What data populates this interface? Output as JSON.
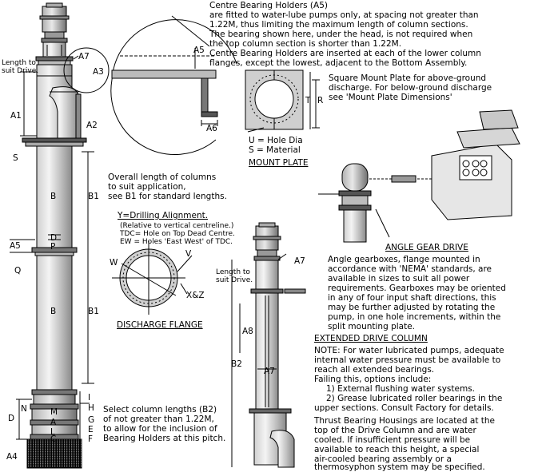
{
  "centre_bearing": {
    "heading": "Centre Bearing Holders (A5)",
    "lines": [
      "are fitted to water-lube pumps only, at spacing not greater than",
      "1.22M, thus limiting the maximum length of column sections.",
      "The bearing shown here, under the head, is not required when",
      "the top column section is shorter than 1.22M.",
      "Centre Bearing Holders are inserted at each of the lower column",
      "flanges, except the lowest, adjacent to the Bottom Assembly."
    ]
  },
  "mount_plate": {
    "note_lines": [
      "Square Mount Plate for above-ground",
      "discharge.  For below-ground discharge",
      "see 'Mount Plate Dimensions'"
    ],
    "legend_u": "U = Hole Dia",
    "legend_s": "S = Material",
    "title": "MOUNT PLATE",
    "dim_t": "T",
    "dim_r": "R"
  },
  "left_pump": {
    "length_note": "Length to\nsuit Drive.",
    "labels": {
      "a7": "A7",
      "a3": "A3",
      "a5": "A5",
      "a6": "A6",
      "a1": "A1",
      "a2": "A2",
      "s": "S",
      "b": "B",
      "b1": "B1",
      "b1_lower": "B1",
      "d": "D",
      "p": "P",
      "a5_left": "A5",
      "q": "Q",
      "b_lower": "B",
      "i": "I",
      "h": "H",
      "g": "G",
      "e": "E",
      "f": "F",
      "n": "N",
      "m": "M",
      "a": "A",
      "l": "L",
      "c": "C",
      "d_left": "D",
      "a4": "A4"
    }
  },
  "column_note": [
    "Overall length of columns",
    "to suit application,",
    "see B1 for standard lengths."
  ],
  "select_note": [
    "Select column lengths (B2)",
    "of not greater than 1.22M,",
    "to allow for the inclusion of",
    "Bearing Holders at this pitch."
  ],
  "flange": {
    "heading": "Y=Drilling Alignment.",
    "notes": [
      "(Relative to vertical centreline.)",
      "TDC= Hole on Top Dead Centre.",
      "EW = Holes 'East West' of TDC."
    ],
    "w": "W",
    "v": "V",
    "xz": "X&Z",
    "title": "DISCHARGE FLANGE"
  },
  "right_pump": {
    "a7": "A7",
    "a8": "A8",
    "a7_lower": "A7",
    "b2": "B2",
    "length_note": "Length to\nsuit Drive."
  },
  "extended": {
    "title": "EXTENDED DRIVE COLUMN",
    "note_lines": [
      "NOTE:  For water lubricated pumps, adequate",
      "internal water pressure must be available to",
      "reach all extended bearings.",
      "Failing this, options include:",
      "1) External flushing water systems.",
      "2) Grease lubricated roller bearings in the",
      "upper sections.  Consult Factory for details."
    ],
    "thrust_lines": [
      "Thrust Bearing Housings are located at the",
      "top of the Drive Column and are water",
      "cooled.  If insufficient pressure will be",
      "available to reach this height, a special",
      "air-cooled bearing assembly or a",
      "thermosyphon system may be specified."
    ]
  },
  "angle_gear": {
    "title": "ANGLE GEAR DRIVE",
    "lines": [
      "Angle gearboxes, flange mounted in",
      "accordance with 'NEMA' standards, are",
      "available in sizes to suit all power",
      "requirements.  Gearboxes may be oriented",
      "in any of four input shaft directions, this",
      "may be further adjusted by rotating the",
      "pump, in one hole increments, within the",
      "split mounting plate."
    ]
  }
}
